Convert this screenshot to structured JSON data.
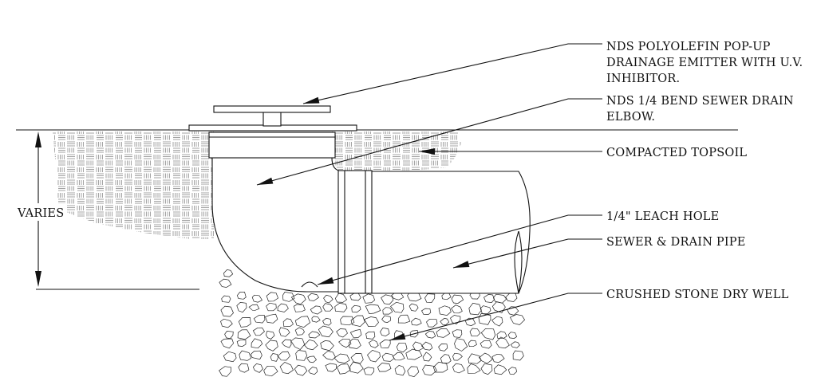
{
  "callouts": {
    "emitter_line1": "NDS POLYOLEFIN POP-UP",
    "emitter_line2": "DRAINAGE EMITTER WITH U.V.",
    "emitter_line3": "INHIBITOR.",
    "elbow_line1": "NDS 1/4 BEND SEWER DRAIN",
    "elbow_line2": "ELBOW.",
    "topsoil": "COMPACTED TOPSOIL",
    "leach_hole": "1/4\" LEACH  HOLE",
    "pipe": "SEWER & DRAIN PIPE",
    "dry_well": "CRUSHED STONE DRY WELL"
  },
  "dimension": {
    "label": "VARIES"
  },
  "colors": {
    "line": "#111111",
    "hatch": "#555555",
    "background": "#ffffff"
  }
}
